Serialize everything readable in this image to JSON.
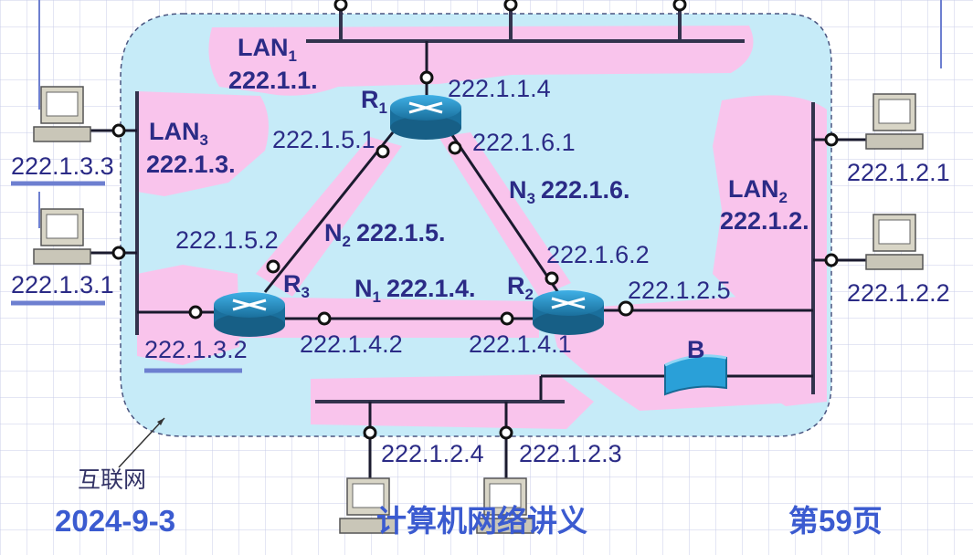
{
  "cloud_label": "互联网",
  "networks": {
    "lan1": {
      "name": "LAN",
      "sub": "1",
      "prefix": "222.1.1."
    },
    "lan2": {
      "name": "LAN",
      "sub": "2",
      "prefix": "222.1.2."
    },
    "lan3": {
      "name": "LAN",
      "sub": "3",
      "prefix": "222.1.3."
    },
    "n1": {
      "name": "N",
      "sub": "1",
      "prefix": "222.1.4."
    },
    "n2": {
      "name": "N",
      "sub": "2",
      "prefix": "222.1.5."
    },
    "n3": {
      "name": "N",
      "sub": "3",
      "prefix": "222.1.6."
    }
  },
  "routers": {
    "r1": {
      "name": "R",
      "sub": "1"
    },
    "r2": {
      "name": "R",
      "sub": "2"
    },
    "r3": {
      "name": "R",
      "sub": "3"
    }
  },
  "bridge_label": "B",
  "addresses": {
    "r1_lan1": "222.1.1.4",
    "r1_n2": "222.1.5.1",
    "r1_n3": "222.1.6.1",
    "r3_n2": "222.1.5.2",
    "r3_lan3": "222.1.3.2",
    "r3_n1": "222.1.4.2",
    "r2_n3": "222.1.6.2",
    "r2_n1": "222.1.4.1",
    "r2_lan2": "222.1.2.5"
  },
  "hosts": {
    "h_133": "222.1.3.3",
    "h_131": "222.1.3.1",
    "h_121": "222.1.2.1",
    "h_122": "222.1.2.2",
    "h_124": "222.1.2.4",
    "h_123": "222.1.2.3"
  },
  "footer": {
    "date": "2024-9-3",
    "title": "计算机网络讲义",
    "page": "第59页"
  }
}
